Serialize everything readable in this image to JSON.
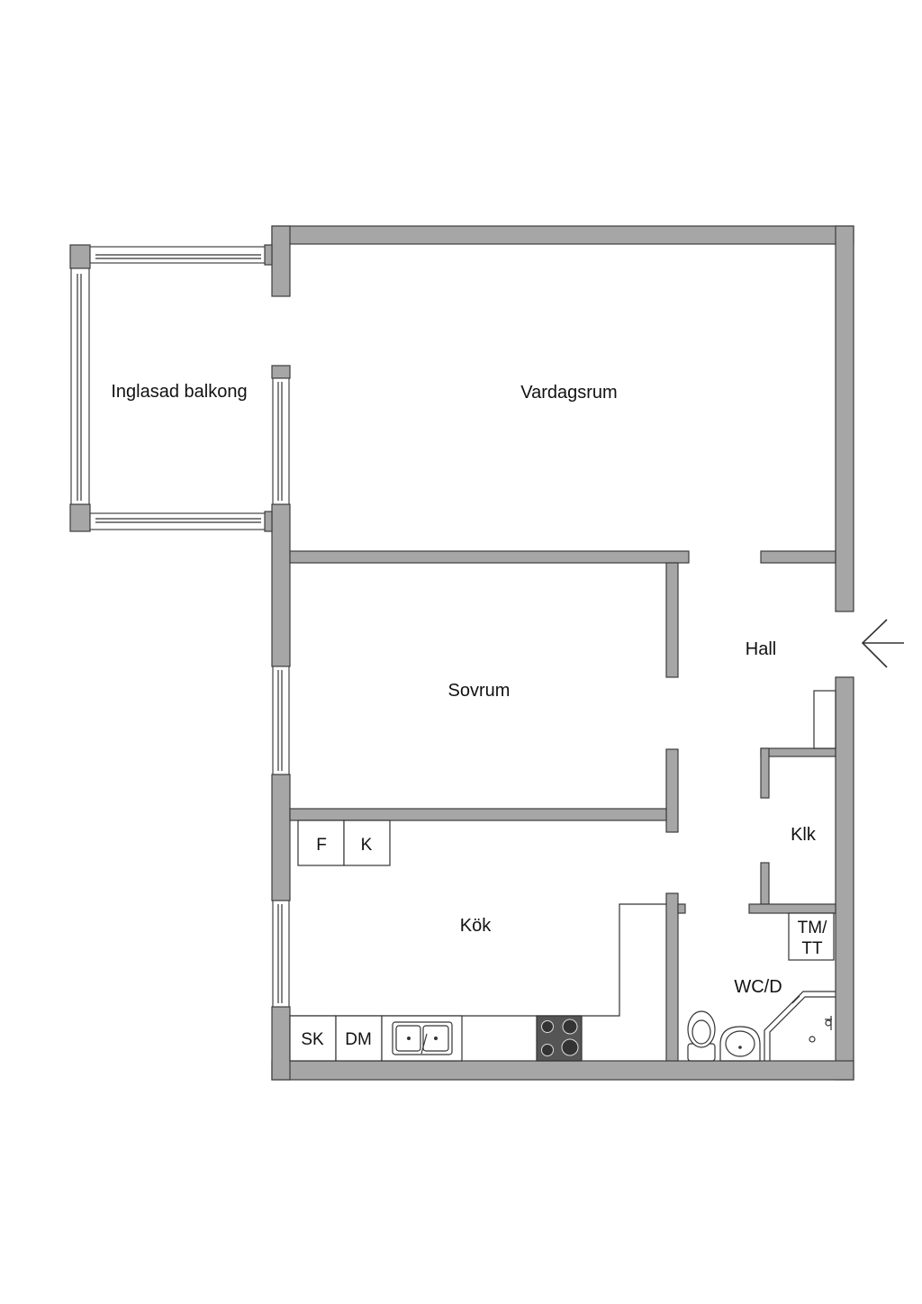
{
  "rooms": {
    "balcony": "Inglasad balkong",
    "living": "Vardagsrum",
    "bedroom": "Sovrum",
    "hall": "Hall",
    "kitchen": "Kök",
    "closet": "Klk",
    "bathroom": "WC/D"
  },
  "fixtures": {
    "fridge": "F",
    "freezer": "K",
    "cabinet": "SK",
    "dishwasher": "DM",
    "washer_line1": "TM/",
    "washer_line2": "TT"
  },
  "icons": {
    "entrance": "entrance-arrow-icon",
    "sink": "double-sink-icon",
    "stove": "stove-icon",
    "toilet": "toilet-icon",
    "washbasin": "washbasin-icon",
    "shower": "shower-icon"
  },
  "colors": {
    "wall": "#a6a6a6",
    "stove": "#555555",
    "background": "#ffffff"
  }
}
